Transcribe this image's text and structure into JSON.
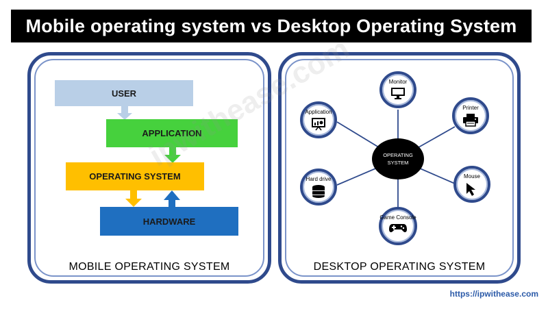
{
  "title": "Mobile operating system vs Desktop Operating System",
  "mobile": {
    "caption": "MOBILE OPERATING SYSTEM",
    "layers": {
      "user": "USER",
      "application": "APPLICATION",
      "os": "OPERATING SYSTEM",
      "hardware": "HARDWARE"
    }
  },
  "desktop": {
    "caption": "DESKTOP OPERATING SYSTEM",
    "center": {
      "line1": "OPERATING",
      "line2": "SYSTEM"
    },
    "nodes": {
      "monitor": "Monitor",
      "application": "Application",
      "printer": "Printer",
      "hard_drive": "Hard drive",
      "mouse": "Mouse",
      "game_console": "Game Console"
    }
  },
  "watermark": "ipwithease.com",
  "url": "https://ipwithease.com",
  "colors": {
    "user": "#b9cfe7",
    "application": "#46d13d",
    "os": "#ffbf00",
    "hardware": "#1f6fc0",
    "frame": "#2f4a8c"
  }
}
